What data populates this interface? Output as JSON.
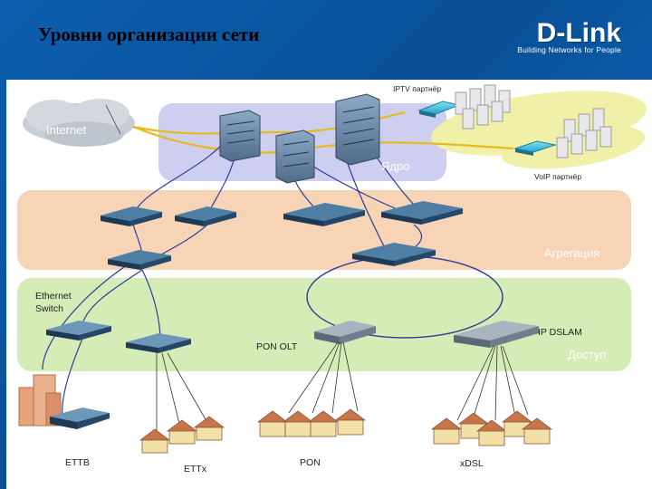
{
  "header": {
    "title": "Уровни организации сети",
    "logo_text": "D-Link",
    "logo_tagline": "Building Networks for People"
  },
  "diagram": {
    "cloud_label": "Internet",
    "layers": {
      "core": "Ядро",
      "aggregation": "Агрегация",
      "access": "Доступ"
    },
    "partners": {
      "iptv": "IPTV партнёр",
      "voip": "VoIP партнёр"
    },
    "devices": {
      "ethernet_switch": "Ethernet\nSwitch",
      "pon_olt": "PON OLT",
      "ip_dslam": "IP DSLAM"
    },
    "endpoints": {
      "ettb": "ETTB",
      "ettx": "ETTx",
      "pon": "PON",
      "xdsl": "xDSL"
    }
  },
  "colors": {
    "background": "#0b5fae",
    "core_layer": "#c7c9ee",
    "aggregation_layer": "#f7d6bb",
    "access_layer": "#d7edb8",
    "core_link": "#e6b91c",
    "aggregation_link": "#2a3f9a"
  }
}
